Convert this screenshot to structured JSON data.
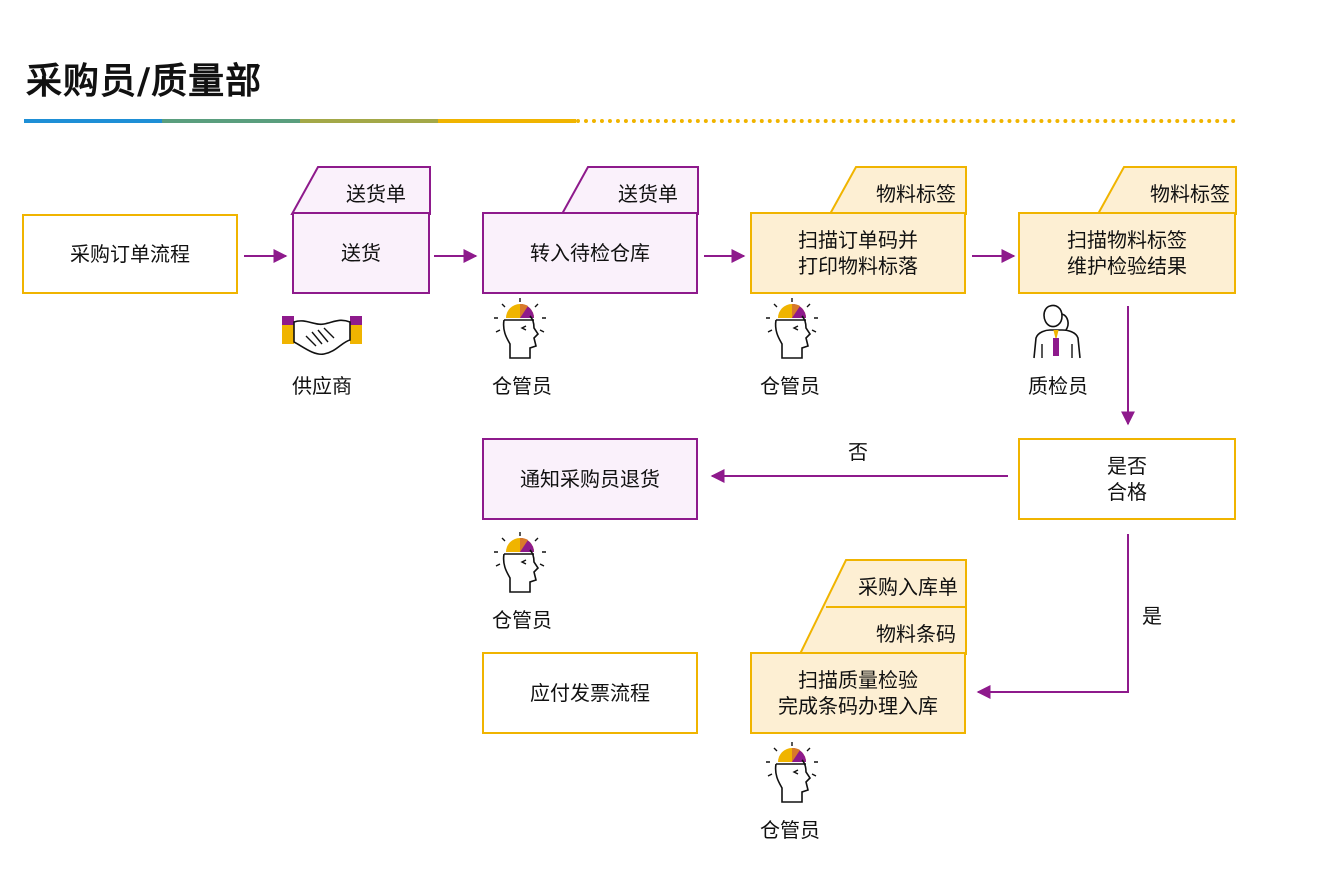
{
  "title": "采购员/质量部",
  "rule_colors": [
    "#1E8FD6",
    "#5A9E7E",
    "#A3A848",
    "#F0B400"
  ],
  "colors": {
    "purple": "#8E1A8C",
    "yellow": "#F0B400",
    "cream": "#FDEFD3",
    "lavender": "#FAF1FB"
  },
  "nodes": {
    "purchase_order": "采购订单流程",
    "deliver": "送货",
    "to_warehouse": "转入待检仓库",
    "scan_print": [
      "扫描订单码并",
      "打印物料标落"
    ],
    "scan_label": [
      "扫描物料标签",
      "维护检验结果"
    ],
    "qualified": [
      "是否",
      "合格"
    ],
    "notify_return": "通知采购员退货",
    "scan_inbound": [
      "扫描质量检验",
      "完成条码办理入库"
    ],
    "payable": "应付发票流程"
  },
  "docs": {
    "deliver_doc": "送货单",
    "warehouse_doc": "送货单",
    "scan_doc": "物料标签",
    "label_doc": "物料标签",
    "inbound_doc_top": "采购入库单",
    "inbound_doc_mid": "物料条码"
  },
  "roles": {
    "supplier": "供应商",
    "keeper1": "仓管员",
    "keeper2": "仓管员",
    "inspector": "质检员",
    "keeper3": "仓管员",
    "keeper4": "仓管员"
  },
  "edges": {
    "no": "否",
    "yes": "是"
  },
  "icons": [
    "handshake-icon",
    "thinking-head-icon",
    "inspector-person-icon"
  ]
}
